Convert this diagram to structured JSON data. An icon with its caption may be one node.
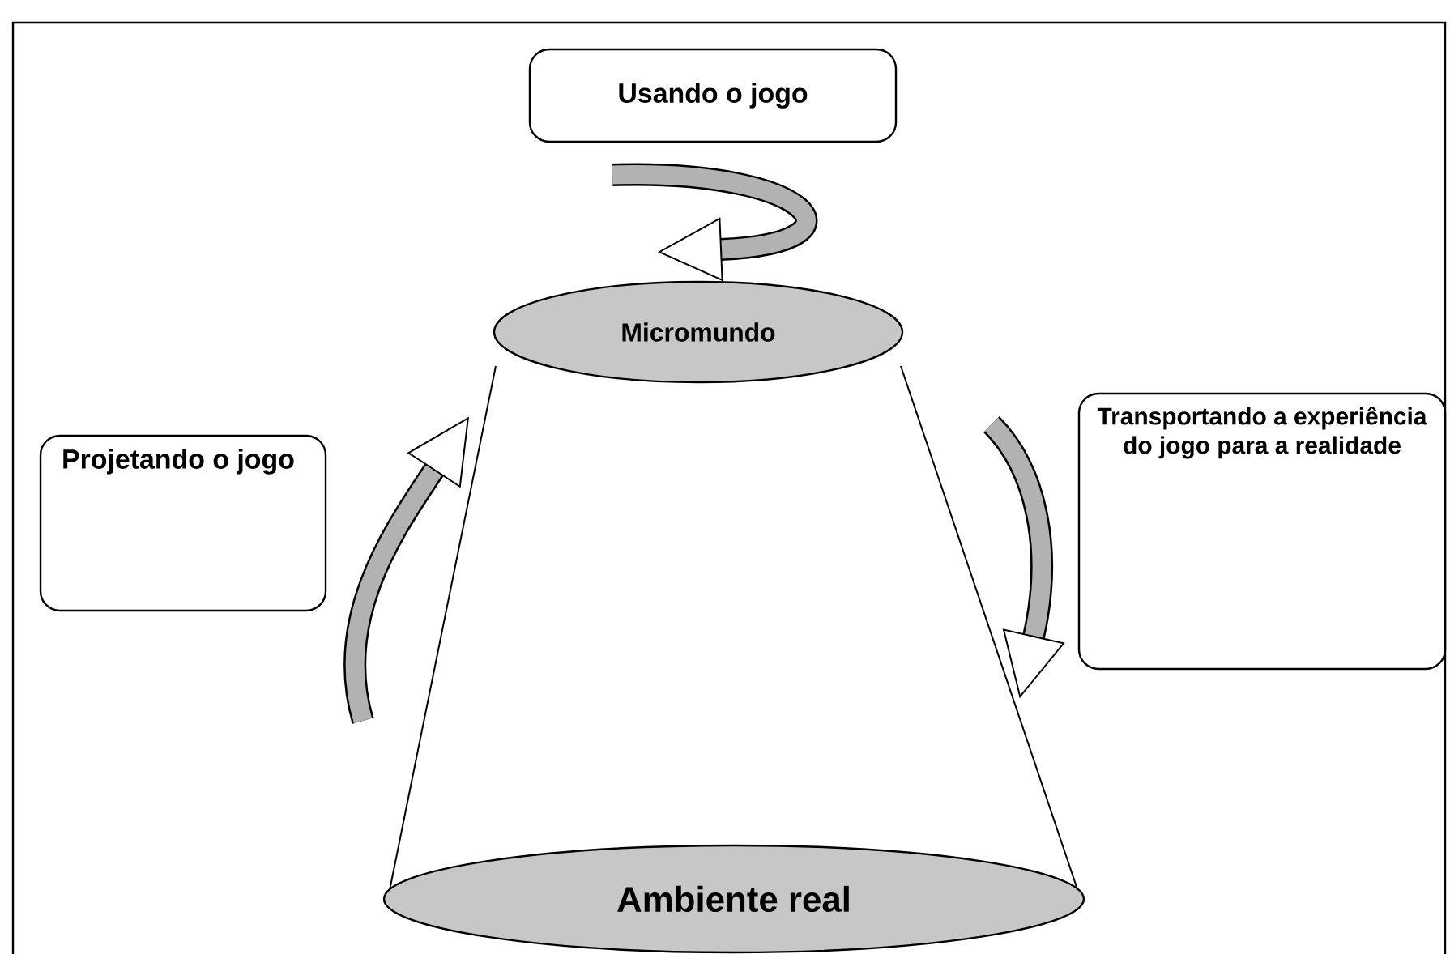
{
  "diagram": {
    "nodes": [
      {
        "text": [
          "Usando o jogo"
        ]
      },
      {
        "text": [
          "Micromundo"
        ]
      },
      {
        "text": [
          "Projetando o jogo"
        ]
      },
      {
        "text": [
          "Transportando a experiência do jogo para a realidade"
        ]
      },
      {
        "text": [
          "Ambiente real"
        ]
      }
    ]
  }
}
